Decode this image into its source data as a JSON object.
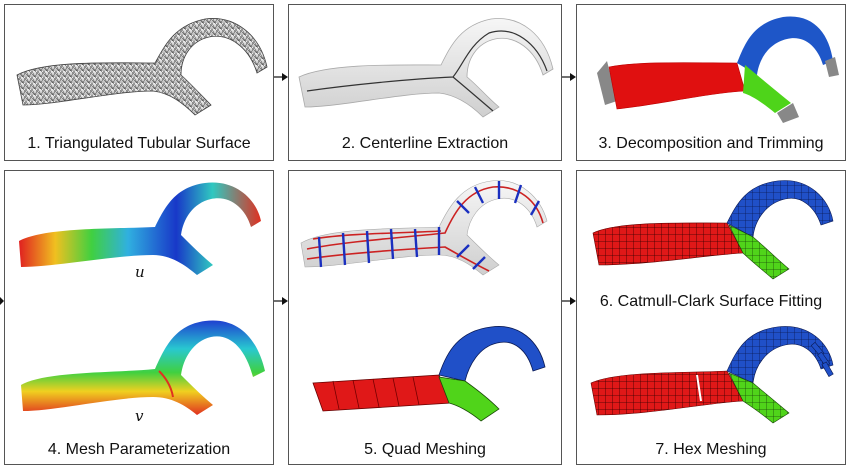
{
  "panels": [
    {
      "id": "p1",
      "caption": "1. Triangulated Tubular Surface"
    },
    {
      "id": "p2",
      "caption": "2. Centerline Extraction"
    },
    {
      "id": "p3",
      "caption": "3. Decomposition and Trimming"
    },
    {
      "id": "p4",
      "caption": "4. Mesh Parameterization",
      "labels": {
        "u": "u",
        "v": "v"
      }
    },
    {
      "id": "p5",
      "caption": "5. Quad Meshing"
    },
    {
      "id": "p6",
      "caption": "6. Catmull-Clark Surface Fitting"
    },
    {
      "id": "p7",
      "caption": "7. Hex Meshing"
    }
  ],
  "colors": {
    "trunk": "#e01010",
    "upper_branch": "#1e56c8",
    "lower_branch": "#4ed41a",
    "trim": "#888888",
    "surface_gray": "#d8d8d8",
    "centerline": "#333333",
    "quad_red_line": "#cc2222",
    "quad_blue_line": "#1a2fbf"
  }
}
